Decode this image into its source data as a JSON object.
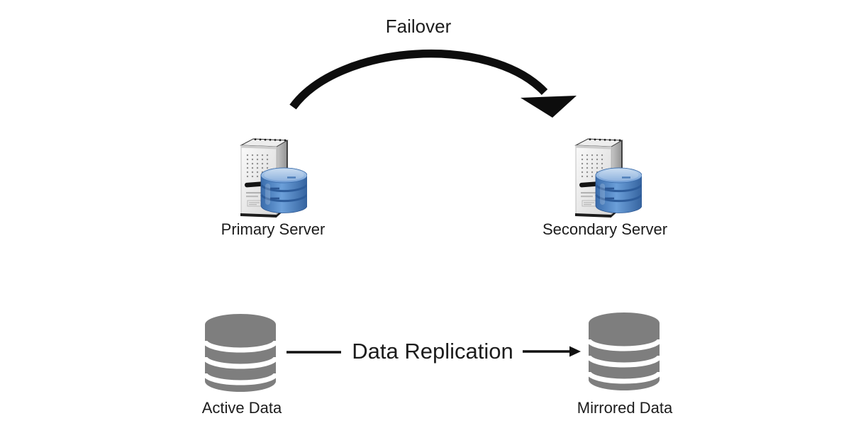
{
  "diagram": {
    "nodes": [
      {
        "id": "primary_server",
        "label": "Primary Server",
        "icon": "server-with-database-icon"
      },
      {
        "id": "secondary_server",
        "label": "Secondary Server",
        "icon": "server-with-database-icon"
      },
      {
        "id": "active_data",
        "label": "Active Data",
        "icon": "database-cylinder-icon"
      },
      {
        "id": "mirrored_data",
        "label": "Mirrored Data",
        "icon": "database-cylinder-icon"
      }
    ],
    "edges": [
      {
        "from": "primary_server",
        "to": "secondary_server",
        "label": "Failover",
        "style": "curved-black-arrow"
      },
      {
        "from": "active_data",
        "to": "mirrored_data",
        "label": "Data Replication",
        "style": "straight-black-arrow"
      }
    ],
    "colors": {
      "background": "#ffffff",
      "arrow": "#0d0d0d",
      "text": "#1c1c1c",
      "database_gray": "#7e7e7e",
      "database_blue_body": "#4d82c4",
      "database_blue_dark": "#2d5c9a",
      "database_blue_light": "#a9c9e8",
      "server_front": "#e9e9e9",
      "server_side": "#a8a8a8"
    }
  }
}
